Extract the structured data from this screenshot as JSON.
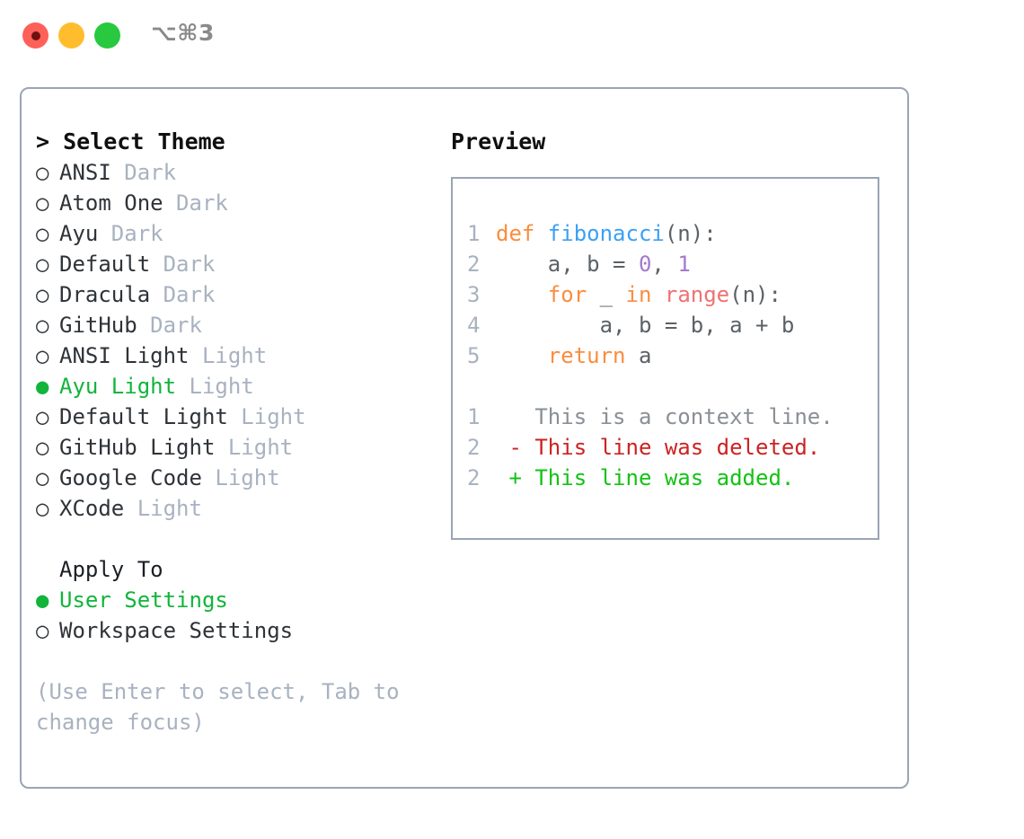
{
  "titlebar": {
    "shortcut": "⌥⌘3",
    "buttons": [
      {
        "name": "close",
        "color": "#ff6058"
      },
      {
        "name": "minimize",
        "color": "#ffbd2e"
      },
      {
        "name": "maximize",
        "color": "#28c83f"
      }
    ]
  },
  "theme_picker": {
    "heading": "> Select Theme",
    "bullet_unselected": "○",
    "bullet_selected": "●",
    "selected_color": "#12b43c",
    "tag_color": "#a8b2c0",
    "items": [
      {
        "bullet": "○",
        "label": "ANSI",
        "tag": "Dark",
        "selected": false
      },
      {
        "bullet": "○",
        "label": "Atom One",
        "tag": "Dark",
        "selected": false
      },
      {
        "bullet": "○",
        "label": "Ayu",
        "tag": "Dark",
        "selected": false
      },
      {
        "bullet": "○",
        "label": "Default",
        "tag": "Dark",
        "selected": false
      },
      {
        "bullet": "○",
        "label": "Dracula",
        "tag": "Dark",
        "selected": false
      },
      {
        "bullet": "○",
        "label": "GitHub",
        "tag": "Dark",
        "selected": false
      },
      {
        "bullet": "○",
        "label": "ANSI Light",
        "tag": "Light",
        "selected": false
      },
      {
        "bullet": "●",
        "label": "Ayu Light",
        "tag": "Light",
        "selected": true
      },
      {
        "bullet": "○",
        "label": "Default Light",
        "tag": "Light",
        "selected": false
      },
      {
        "bullet": "○",
        "label": "GitHub Light",
        "tag": "Light",
        "selected": false
      },
      {
        "bullet": "○",
        "label": "Google Code",
        "tag": "Light",
        "selected": false
      },
      {
        "bullet": "○",
        "label": "XCode",
        "tag": "Light",
        "selected": false
      }
    ]
  },
  "apply_to": {
    "heading": "Apply To",
    "items": [
      {
        "bullet": "●",
        "label": "User Settings",
        "selected": true
      },
      {
        "bullet": "○",
        "label": "Workspace Settings",
        "selected": false
      }
    ]
  },
  "hint": "(Use Enter to select, Tab to change focus)",
  "preview": {
    "title": "Preview",
    "code_lines": [
      {
        "num": "1",
        "tokens": [
          {
            "t": "def ",
            "c": "kw"
          },
          {
            "t": "fibonacci",
            "c": "fn"
          },
          {
            "t": "(n):",
            "c": "plain"
          }
        ]
      },
      {
        "num": "2",
        "tokens": [
          {
            "t": "    a, b = ",
            "c": "plain"
          },
          {
            "t": "0",
            "c": "num"
          },
          {
            "t": ", ",
            "c": "plain"
          },
          {
            "t": "1",
            "c": "num"
          }
        ]
      },
      {
        "num": "3",
        "tokens": [
          {
            "t": "    ",
            "c": "plain"
          },
          {
            "t": "for",
            "c": "kw"
          },
          {
            "t": " _ ",
            "c": "plain"
          },
          {
            "t": "in",
            "c": "kw"
          },
          {
            "t": " ",
            "c": "plain"
          },
          {
            "t": "range",
            "c": "call"
          },
          {
            "t": "(n):",
            "c": "plain"
          }
        ]
      },
      {
        "num": "4",
        "tokens": [
          {
            "t": "        a, b = b, a + b",
            "c": "plain"
          }
        ]
      },
      {
        "num": "5",
        "tokens": [
          {
            "t": "    ",
            "c": "plain"
          },
          {
            "t": "return",
            "c": "kw"
          },
          {
            "t": " a",
            "c": "plain"
          }
        ]
      }
    ],
    "diff_lines": [
      {
        "num": "1",
        "marker": " ",
        "text": " This is a context line.",
        "kind": "ctx"
      },
      {
        "num": "2",
        "marker": "-",
        "text": " This line was deleted.",
        "kind": "del"
      },
      {
        "num": "2",
        "marker": "+",
        "text": " This line was added.",
        "kind": "add"
      }
    ],
    "syntax_colors": {
      "keyword": "#fa8d3e",
      "function": "#3aa0f5",
      "number": "#a37acc",
      "builtin_call": "#f07171",
      "plain": "#5c6166",
      "line_number": "#a8b2c0",
      "diff_context": "#8a8f95",
      "diff_deleted": "#cc2222",
      "diff_added": "#13c213"
    }
  }
}
